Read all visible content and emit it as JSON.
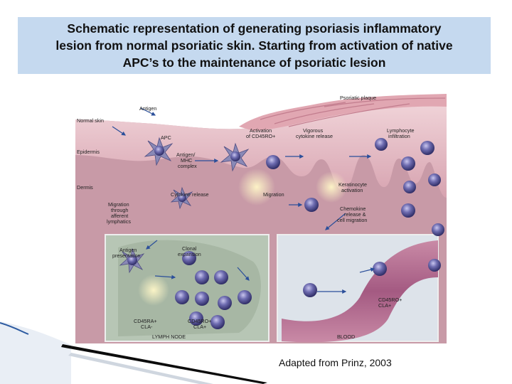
{
  "title_lines": [
    "Schematic representation of generating psoriasis  inflammatory",
    "lesion from normal psoriatic skin. Starting from activation of native",
    "APC’s to the maintenance of psoriatic lesion"
  ],
  "caption": "Adapted from Prinz, 2003",
  "labels": {
    "psoriatic_plaque": "Psoriatic plaque",
    "antigen": "Antigen",
    "normal_skin": "Normal skin",
    "apc": "APC",
    "epidermis": "Epidermis",
    "antigen_mhc": [
      "Antigen/",
      "MHC",
      "complex"
    ],
    "activation": [
      "Activation",
      "of CD45RO+"
    ],
    "vigorous": [
      "Vigorous",
      "cytokine release"
    ],
    "lymphocyte": [
      "Lymphocyte",
      "infiltration"
    ],
    "dermis": "Dermis",
    "cytokine_release": "Cytokine release",
    "migration": "Migration",
    "keratinocyte": [
      "Keratinocyte",
      "activation"
    ],
    "migration_through": [
      "Migration",
      "through",
      "afferent",
      "lymphatics"
    ],
    "chemokine": [
      "Chemokine",
      "release &",
      "cell migration"
    ],
    "antigen_presentation": [
      "Antigen",
      "presentation"
    ],
    "clonal": [
      "Clonal",
      "expansion"
    ],
    "cd45ro_cla_blood": [
      "CD45RO+",
      "CLA+"
    ],
    "cd45ra_cla": [
      "CD45RA+",
      "CLA-"
    ],
    "cd45ro_cla_lymph": [
      "CD45RO+",
      "CLA+"
    ],
    "lymph_node": "LYMPH NODE",
    "blood": "BLOOD"
  },
  "colors": {
    "title_bg": "#c5d9ef",
    "skin_surface": "#e7bcc4",
    "dermis": "#c89aa7",
    "cell_purple": "#5b5a98",
    "arrow_blue": "#2b4f9a"
  }
}
